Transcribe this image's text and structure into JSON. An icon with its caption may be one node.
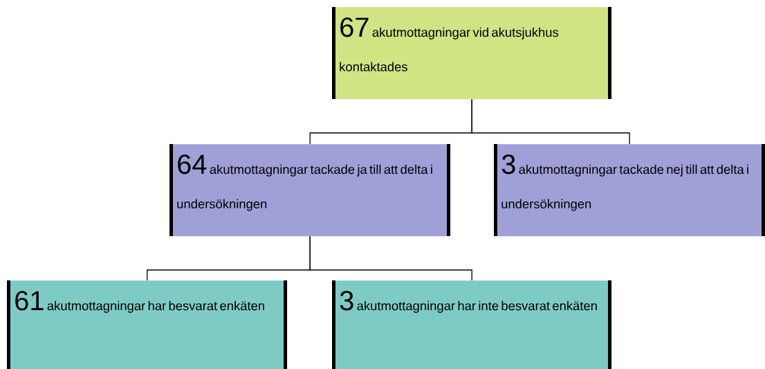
{
  "diagram": {
    "nodes": [
      {
        "text": [
          "67",
          "akutmottagningar vid akutsjukhus kontaktades"
        ]
      },
      {
        "text": [
          "64",
          "akutmottagningar tackade ja till att delta i undersökningen"
        ]
      },
      {
        "text": [
          "3",
          "akutmottagningar tackade nej till att delta i undersökningen"
        ]
      },
      {
        "text": [
          "61",
          "akutmottagningar har besvarat enkäten"
        ]
      },
      {
        "text": [
          "3",
          "akutmottagningar har inte besvarat enkäten"
        ]
      }
    ],
    "edges": [
      {
        "from": 0,
        "to": 1,
        "arrow": "none"
      },
      {
        "from": 0,
        "to": 2,
        "arrow": "none"
      },
      {
        "from": 1,
        "to": 3,
        "arrow": "none"
      },
      {
        "from": 1,
        "to": 4,
        "arrow": "none"
      }
    ]
  }
}
